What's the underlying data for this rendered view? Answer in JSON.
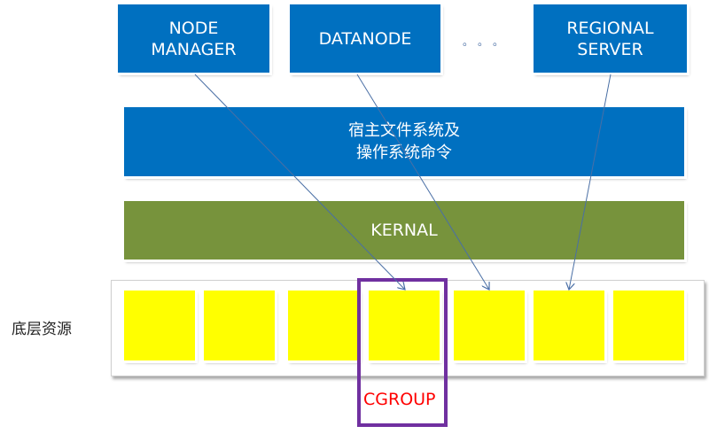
{
  "apps": [
    {
      "id": "node-manager",
      "label_lines": [
        "NODE",
        "MANAGER"
      ]
    },
    {
      "id": "datanode",
      "label_lines": [
        "DATANODE"
      ]
    },
    {
      "id": "regional-server",
      "label_lines": [
        "REGIONAL",
        "SERVER"
      ]
    }
  ],
  "ellipsis": "。。。",
  "layers": {
    "host_fs": {
      "line1": "宿主文件系统及",
      "line2": "操作系统命令",
      "color": "#0070c0"
    },
    "kernel": {
      "label": "KERNAL",
      "color": "#77933c"
    }
  },
  "resources": {
    "label": "底层资源",
    "count": 7,
    "color": "#ffff00"
  },
  "cgroup": {
    "label": "CGROUP",
    "border_color": "#7030a0",
    "text_color": "#ff0000"
  },
  "arrows": [
    {
      "from": "node-manager",
      "to_resource_index": 3
    },
    {
      "from": "datanode",
      "to_resource_index": 4
    },
    {
      "from": "regional-server",
      "to_resource_index": 5
    }
  ]
}
